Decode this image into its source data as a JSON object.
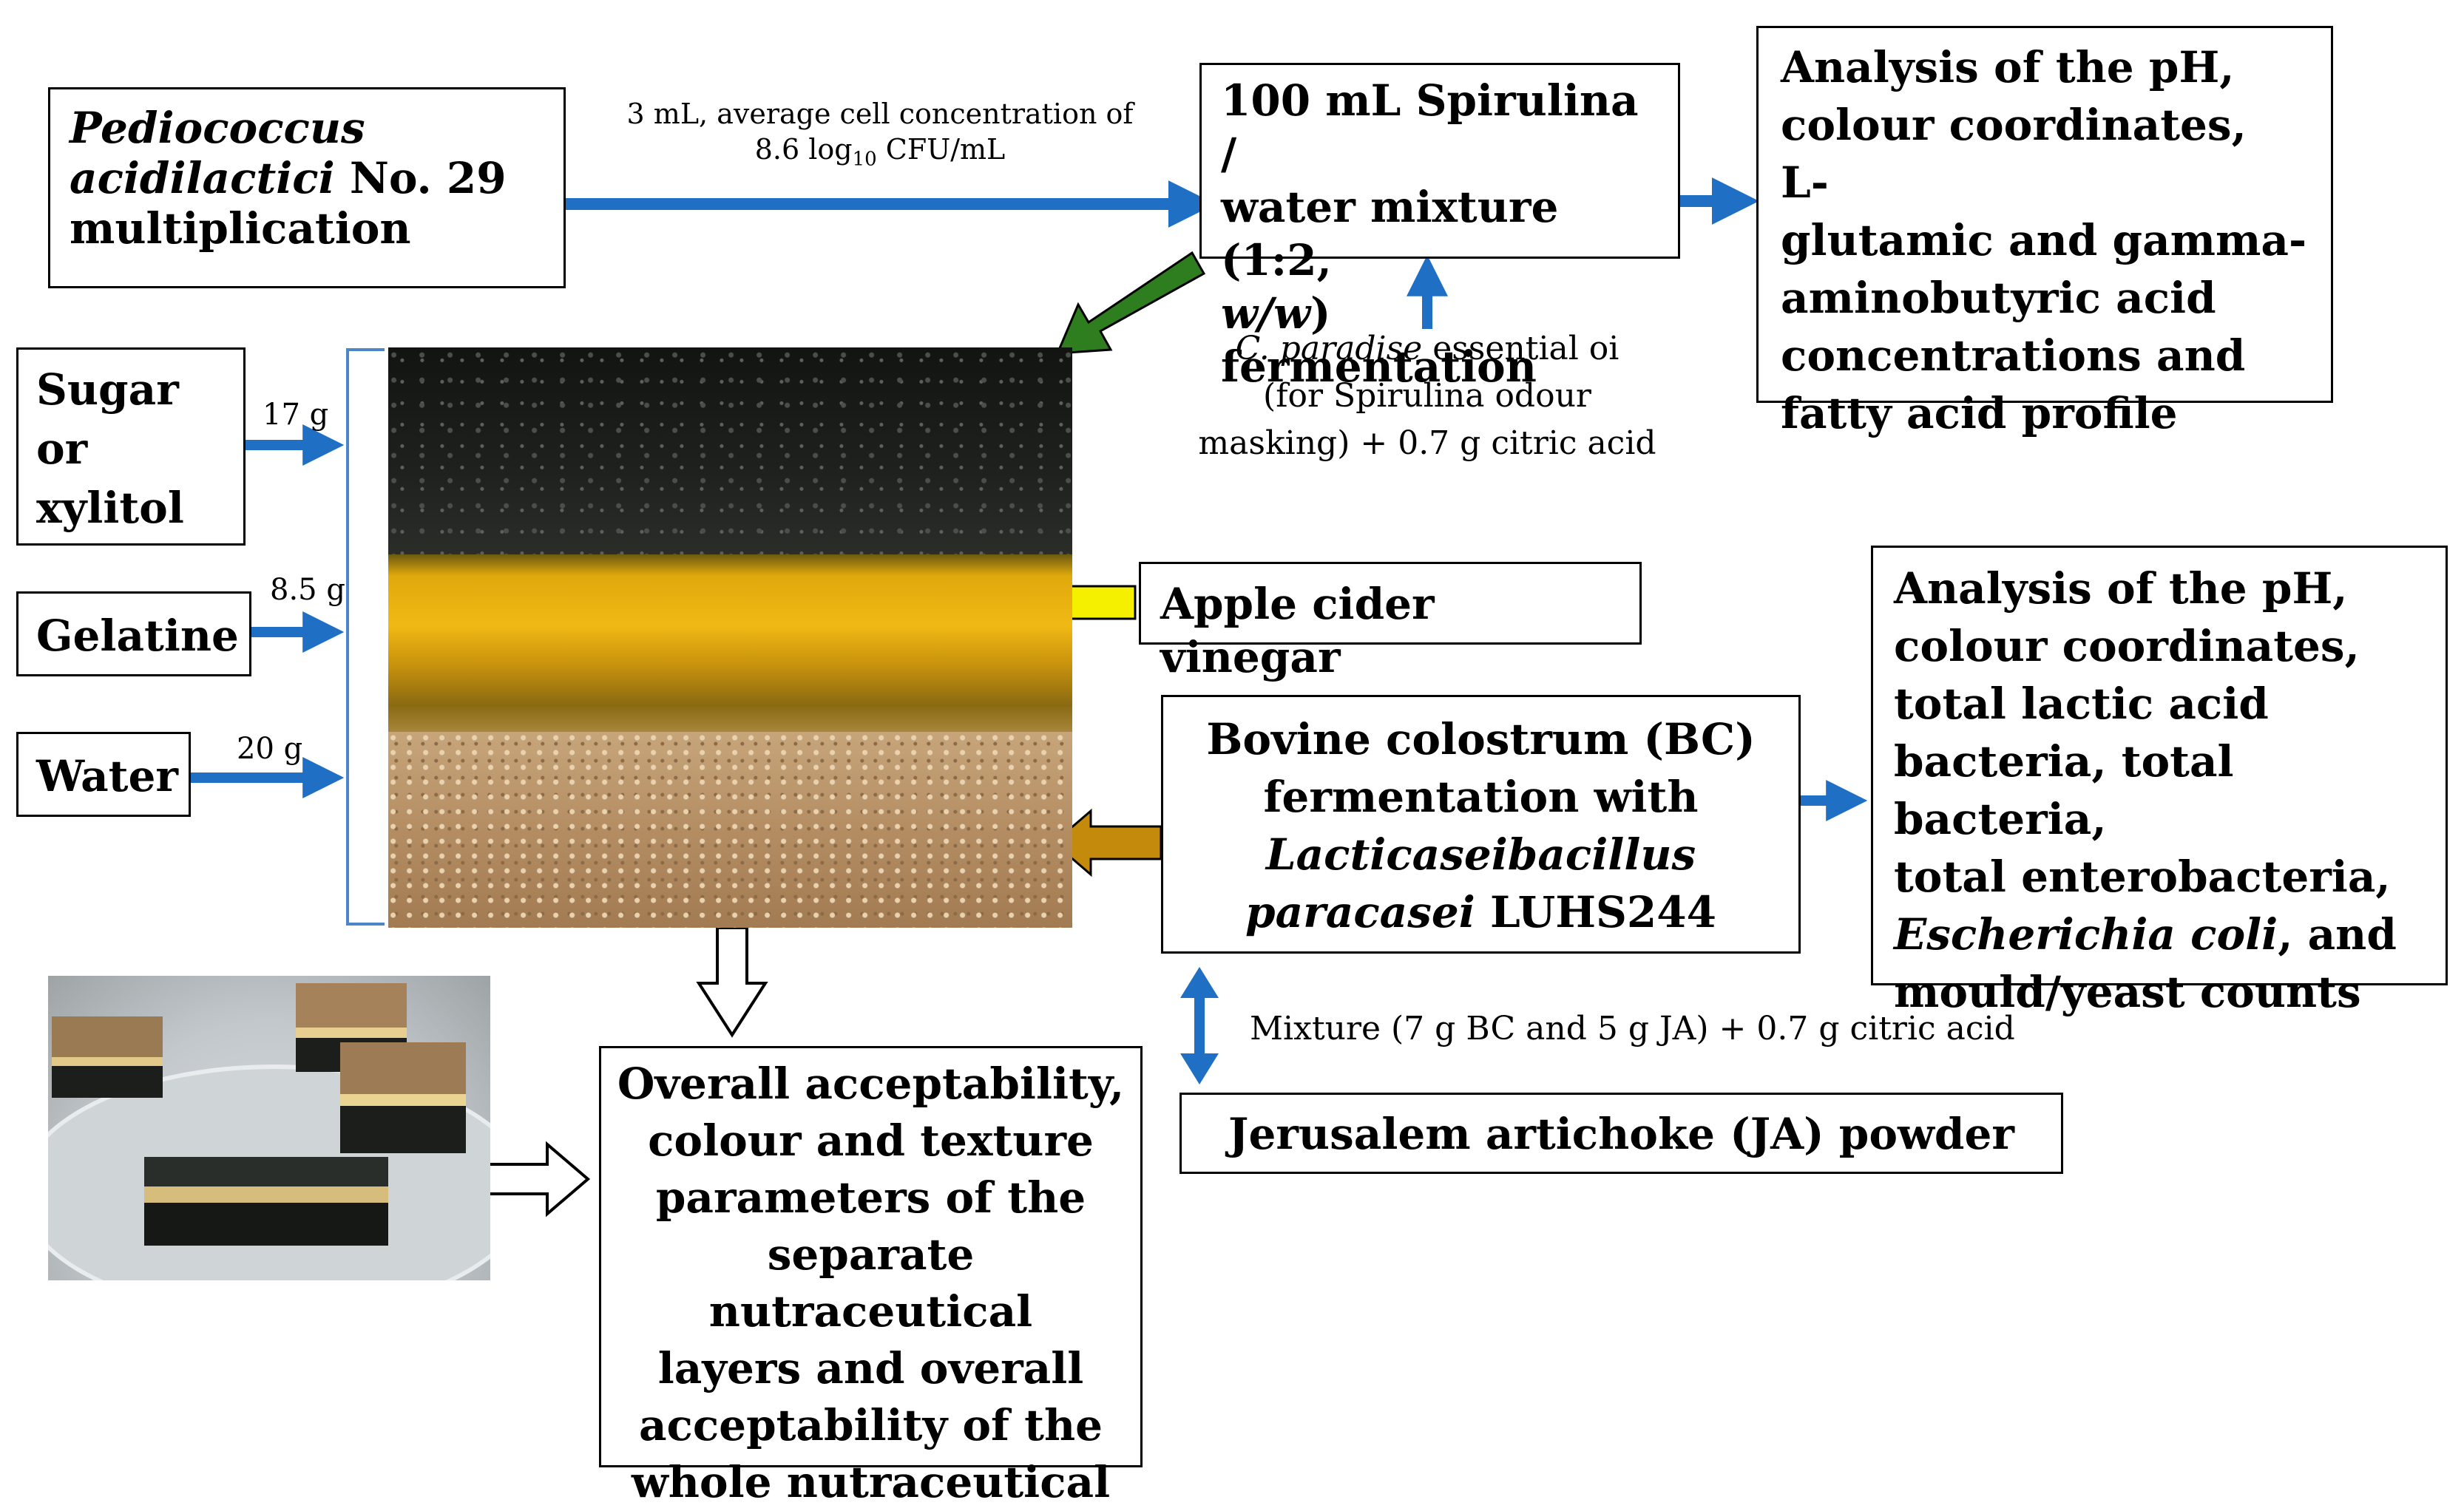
{
  "boxes": {
    "pediococcus": {
      "line1": "Pediococcus",
      "line2_italic": "acidilactici",
      "line2_rest": " No. 29",
      "line3": "multiplication"
    },
    "spirulina": {
      "line1": "100 mL Spirulina /",
      "line2": "water mixture (1:2,",
      "line3_italic": "w/w",
      "line3_rest": ") fermentation"
    },
    "analysis_top": {
      "lines": [
        "Analysis of the pH,",
        "colour coordinates, L-",
        "glutamic and gamma-",
        "aminobutyric acid",
        "concentrations and",
        "fatty acid profile"
      ]
    },
    "sugar": {
      "lines": [
        "Sugar",
        "or",
        "xylitol"
      ]
    },
    "gelatine": {
      "label": "Gelatine"
    },
    "water": {
      "label": "Water"
    },
    "apple": {
      "label": "Apple cider vinegar"
    },
    "colostrum": {
      "line1": "Bovine colostrum (BC)",
      "line2": "fermentation with",
      "line3_italic": "Lacticaseibacillus",
      "line4_italic": "paracasei",
      "line4_rest": " LUHS244"
    },
    "analysis_right": {
      "line1": "Analysis of the pH,",
      "line2": "colour coordinates,",
      "line3": "total lactic acid",
      "line4": "bacteria, total bacteria,",
      "line5": "total enterobacteria,",
      "line6_italic": "Escherichia coli",
      "line6_rest": ", and",
      "line7": "mould/yeast counts"
    },
    "jerusalem": {
      "label": "Jerusalem artichoke (JA) powder"
    },
    "overall": {
      "lines": [
        "Overall acceptability,",
        "colour and texture",
        "parameters of the",
        "separate nutraceutical",
        "layers and overall",
        "acceptability of the",
        "whole nutraceutical"
      ]
    }
  },
  "labels": {
    "inoculum_line1": "3 mL, average cell concentration of",
    "inoculum_line2_pre": "8.6 log",
    "inoculum_line2_sub": "10",
    "inoculum_line2_post": " CFU/mL",
    "essential_line1_italic": "C. paradise",
    "essential_line1_rest": " essential oi",
    "essential_line2": "(for Spirulina odour",
    "essential_line3": "masking) + 0.7 g citric acid",
    "sugar_amount": "17 g",
    "gelatine_amount": "8.5 g",
    "water_amount": "20 g",
    "mixture": "Mixture (7 g BC and 5 g JA) + 0.7 g citric acid"
  },
  "colors": {
    "arrow_blue": "#1f6fc5",
    "arrow_green": "#2e7d1f",
    "arrow_yellow": "#f5f000",
    "arrow_brown": "#c48a0c",
    "bracket_blue": "#4a86c8"
  },
  "images": {
    "layers_photo": "layered-nutraceutical-photo",
    "product_photo": "nutraceutical-gummies-photo"
  }
}
